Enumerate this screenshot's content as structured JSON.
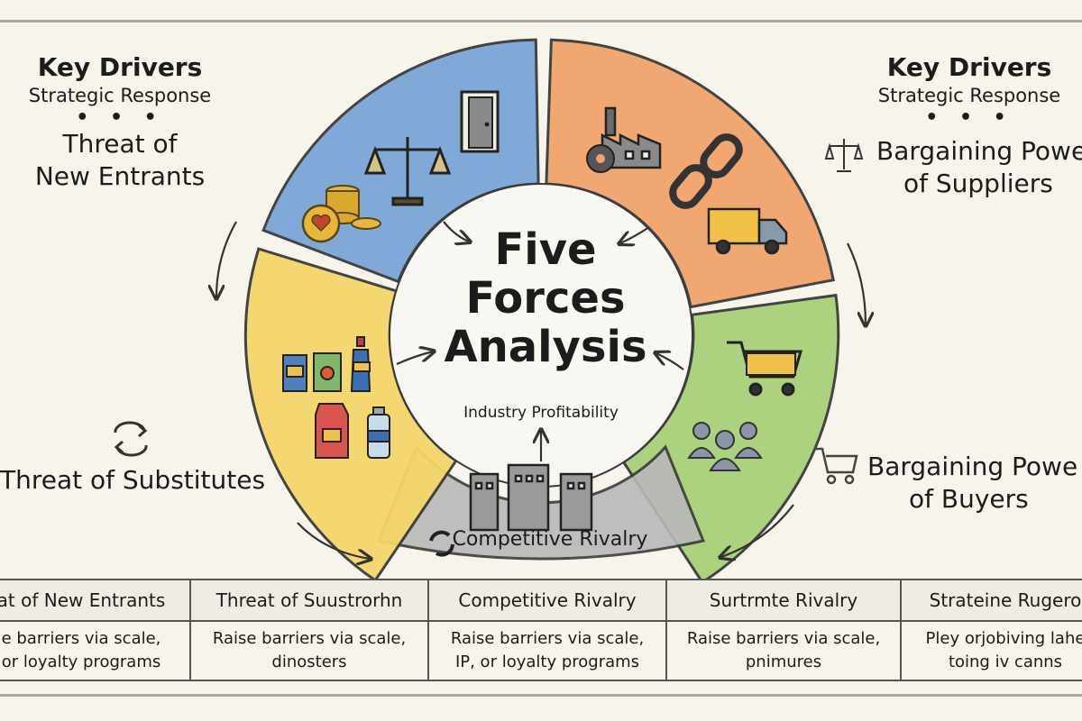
{
  "left_block": {
    "title": "Key Drivers",
    "subtitle": "Strategic Response",
    "dots": "• • •",
    "force_line1": "Threat of",
    "force_line2": "New Entrants"
  },
  "right_block": {
    "title": "Key Drivers",
    "subtitle": "Strategic Response",
    "dots": "• • •",
    "force_line1": "Bargaining Powe",
    "force_line2": "of Suppliers"
  },
  "buyers": {
    "line1": "Bargaining Powe",
    "line2": "of Buyers"
  },
  "substitutes": {
    "label": "Threat of Substitutes"
  },
  "center": {
    "line1": "Five",
    "line2": "Forces",
    "line3": "Analysis",
    "sub": "Industry Profitability"
  },
  "rivalry": {
    "label": "Competitive Rivalry"
  },
  "icons": {
    "new_entrants": [
      "scale-icon",
      "door-icon",
      "coins-icon",
      "heart-coin-icon"
    ],
    "suppliers": [
      "factory-icon",
      "gear-icon",
      "chain-link-icon",
      "truck-icon"
    ],
    "buyers": [
      "shopping-cart-icon",
      "people-group-icon"
    ],
    "substitutes": [
      "product-boxes-icon",
      "bottle-icon",
      "milk-carton-icon"
    ],
    "rivalry": [
      "buildings-icon",
      "recycle-icon"
    ],
    "side": [
      "scale-icon",
      "shopping-cart-icon",
      "swap-arrows-icon"
    ]
  },
  "colors": {
    "new_entrants": "#7aa6d6",
    "suppliers": "#f0a36c",
    "buyers": "#a9d07a",
    "substitutes": "#f4d66a",
    "rivalry": "#b9b9b9",
    "background": "#f7f4ec"
  },
  "table": {
    "columns": [
      {
        "header": "at of New Entrants",
        "line1": "e barriers via scale,",
        "line2": "or loyalty programs"
      },
      {
        "header": "Threat of Suustrorhn",
        "line1": "Raise barriers via scale,",
        "line2": "dinosters"
      },
      {
        "header": "Competitive Rivalry",
        "line1": "Raise barriers via scale,",
        "line2": "IP, or loyalty programs"
      },
      {
        "header": "Surtrmte Rivalry",
        "line1": "Raise barriers via scale,",
        "line2": "pnimures"
      },
      {
        "header": "Strateine Rugero",
        "line1": "Pley orjobiving lahe",
        "line2": "toing iv canns"
      }
    ]
  }
}
